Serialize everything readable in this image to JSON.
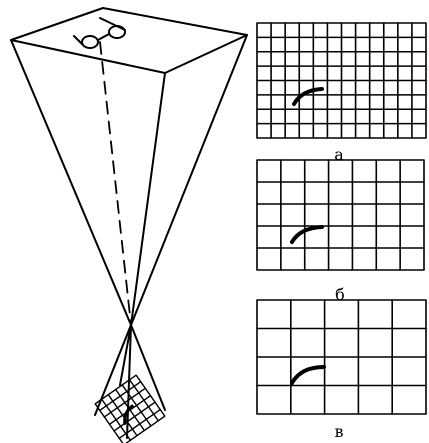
{
  "labels": {
    "a": "а",
    "b": "б",
    "c": "в"
  },
  "colors": {
    "ink": "#000000",
    "background": "#ffffff"
  },
  "icons": {
    "observer": "eyes-icon"
  },
  "grids": {
    "fine": {
      "columns": 12,
      "rows": 8
    },
    "medium": {
      "columns": 7,
      "rows": 5
    },
    "coarse": {
      "columns": 5,
      "rows": 4
    }
  }
}
